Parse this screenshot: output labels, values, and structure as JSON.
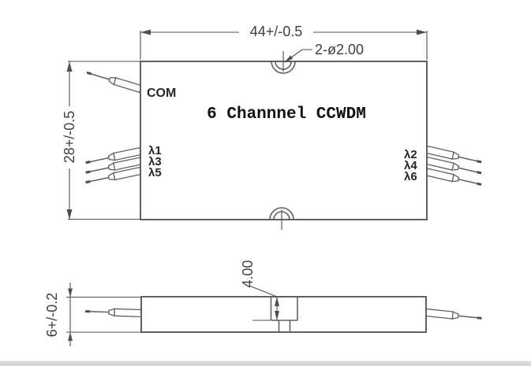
{
  "colors": {
    "bg": "#ffffff",
    "line": "#606060",
    "dim": "#4f4f4f",
    "dimtext": "#3f3f3f",
    "label": "#262626",
    "title": "#101010",
    "strip": "#d8d8d8"
  },
  "top_view": {
    "title": "6 Channnel CCWDM",
    "com_label": "COM",
    "left_ports": [
      "λ1",
      "λ3",
      "λ5"
    ],
    "right_ports": [
      "λ2",
      "λ4",
      "λ6"
    ],
    "width_dim": "44+/-0.5",
    "height_dim": "28+/-0.5",
    "hole_callout": "2-ø2.00"
  },
  "side_view": {
    "thickness_dim": "6+/-0.2",
    "boss_depth_dim": "4.00"
  }
}
